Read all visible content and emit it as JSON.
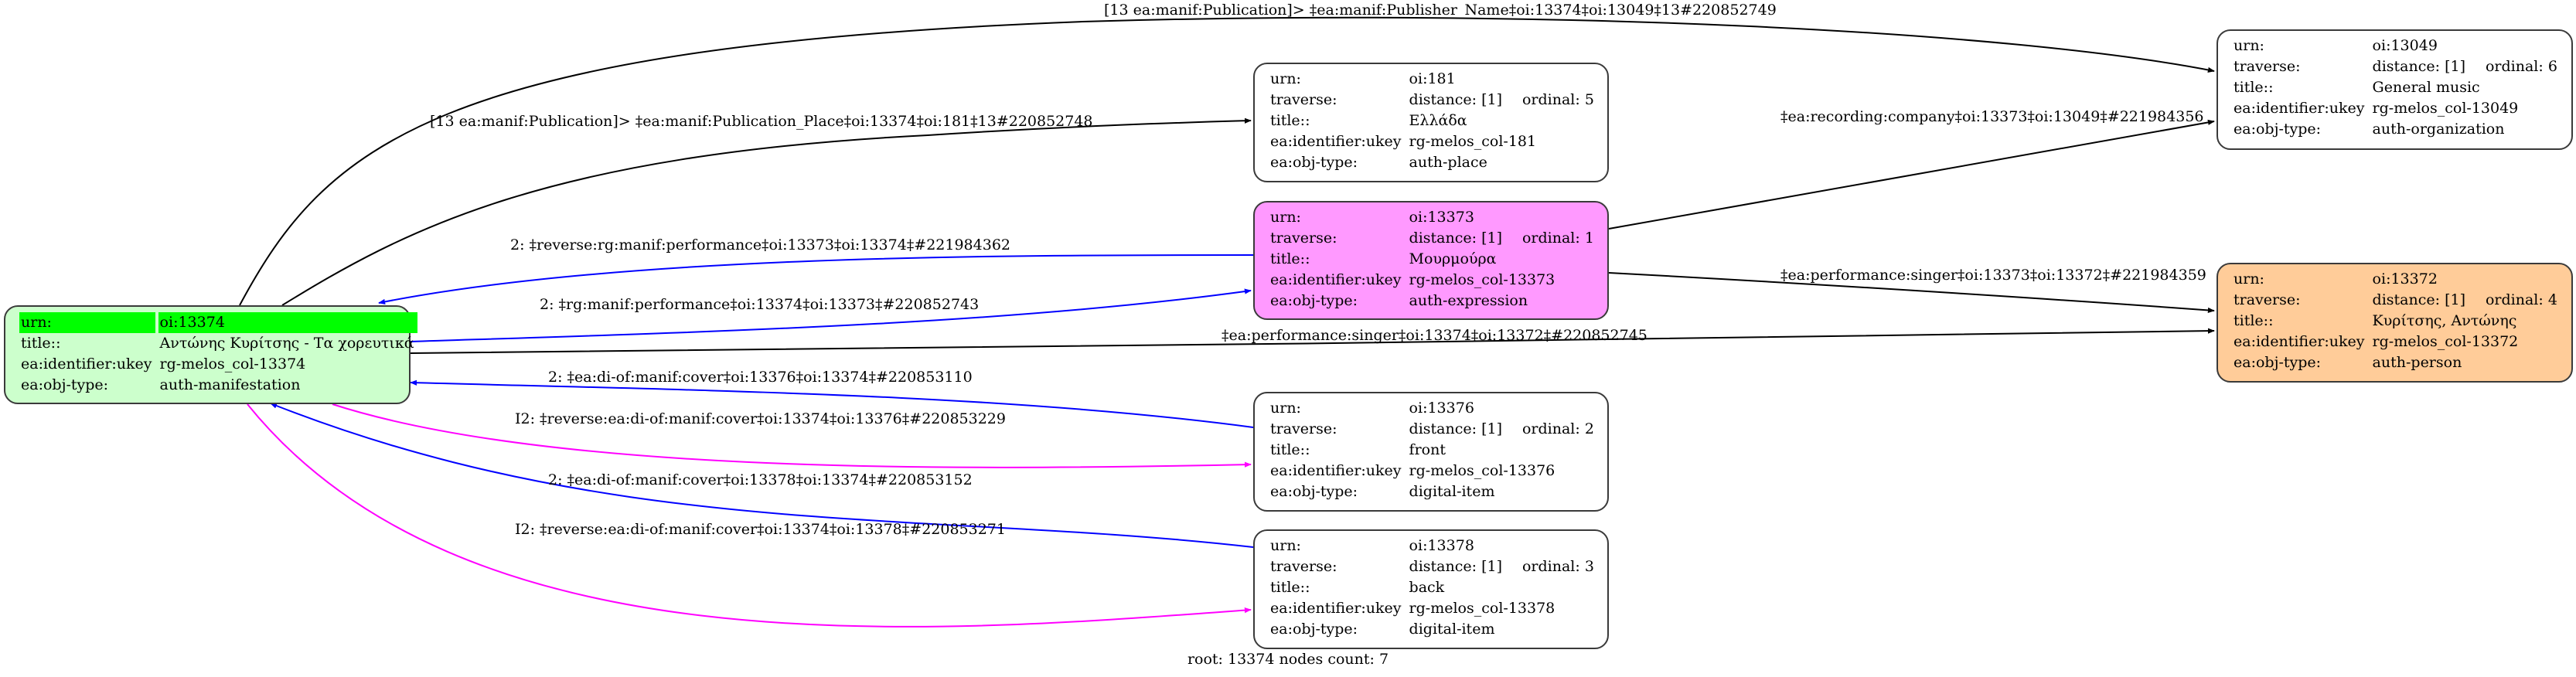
{
  "sep": "‡",
  "colors": {
    "root_fill": "#ccffcc",
    "root_urn_highlight": "#00ff00",
    "expression_fill": "#ff99ff",
    "person_fill": "#ffcc99",
    "default_fill": "#ffffff",
    "edge_black": "#000000",
    "edge_blue": "#0000ff",
    "edge_magenta": "#ff00ff"
  },
  "keys": {
    "urn": "urn:",
    "traverse": "traverse:",
    "title": "title::",
    "ukey": "ea:identifier:ukey",
    "objtype": "ea:obj-type:"
  },
  "nodes": [
    {
      "id": "13374",
      "urn": "oi:13374",
      "traverse": null,
      "title": "Αντώνης Κυρίτσης - Τα χορευτικά",
      "ukey": "rg-melos_col-13374",
      "objtype": "auth-manifestation",
      "fill": "#ccffcc",
      "root": true
    },
    {
      "id": "181",
      "urn": "oi:181",
      "traverse": {
        "distance": "distance: [1]",
        "ordinal": "ordinal: 5"
      },
      "title": "Ελλάδα",
      "ukey": "rg-melos_col-181",
      "objtype": "auth-place",
      "fill": "#ffffff"
    },
    {
      "id": "13373",
      "urn": "oi:13373",
      "traverse": {
        "distance": "distance: [1]",
        "ordinal": "ordinal: 1"
      },
      "title": "Μουρμούρα",
      "ukey": "rg-melos_col-13373",
      "objtype": "auth-expression",
      "fill": "#ff99ff"
    },
    {
      "id": "13376",
      "urn": "oi:13376",
      "traverse": {
        "distance": "distance: [1]",
        "ordinal": "ordinal: 2"
      },
      "title": "front",
      "ukey": "rg-melos_col-13376",
      "objtype": "digital-item",
      "fill": "#ffffff"
    },
    {
      "id": "13378",
      "urn": "oi:13378",
      "traverse": {
        "distance": "distance: [1]",
        "ordinal": "ordinal: 3"
      },
      "title": "back",
      "ukey": "rg-melos_col-13378",
      "objtype": "digital-item",
      "fill": "#ffffff"
    },
    {
      "id": "13049",
      "urn": "oi:13049",
      "traverse": {
        "distance": "distance: [1]",
        "ordinal": "ordinal: 6"
      },
      "title": "General music",
      "ukey": "rg-melos_col-13049",
      "objtype": "auth-organization",
      "fill": "#ffffff"
    },
    {
      "id": "13372",
      "urn": "oi:13372",
      "traverse": {
        "distance": "distance: [1]",
        "ordinal": "ordinal: 4"
      },
      "title": "Κυρίτσης, Αντώνης",
      "ukey": "rg-melos_col-13372",
      "objtype": "auth-person",
      "fill": "#ffcc99"
    }
  ],
  "edges": [
    {
      "from": "13374",
      "to": "13049",
      "color": "#000000",
      "label": "[13 ea:manif:Publication]> ‡ea:manif:Publisher_Name‡oi:13374‡oi:13049‡13#220852749"
    },
    {
      "from": "13374",
      "to": "181",
      "color": "#000000",
      "label": "[13 ea:manif:Publication]> ‡ea:manif:Publication_Place‡oi:13374‡oi:181‡13#220852748"
    },
    {
      "from": "13373",
      "to": "13374",
      "color": "#0000ff",
      "label": "2: ‡reverse:rg:manif:performance‡oi:13373‡oi:13374‡#221984362"
    },
    {
      "from": "13374",
      "to": "13373",
      "color": "#0000ff",
      "label": "2: ‡rg:manif:performance‡oi:13374‡oi:13373‡#220852743"
    },
    {
      "from": "13374",
      "to": "13372",
      "color": "#000000",
      "label": "‡ea:performance:singer‡oi:13374‡oi:13372‡#220852745"
    },
    {
      "from": "13373",
      "to": "13049",
      "color": "#000000",
      "label": "‡ea:recording:company‡oi:13373‡oi:13049‡#221984356"
    },
    {
      "from": "13373",
      "to": "13372",
      "color": "#000000",
      "label": "‡ea:performance:singer‡oi:13373‡oi:13372‡#221984359"
    },
    {
      "from": "13376",
      "to": "13374",
      "color": "#0000ff",
      "label": "2: ‡ea:di-of:manif:cover‡oi:13376‡oi:13374‡#220853110"
    },
    {
      "from": "13374",
      "to": "13376",
      "color": "#ff00ff",
      "label": "I2: ‡reverse:ea:di-of:manif:cover‡oi:13374‡oi:13376‡#220853229"
    },
    {
      "from": "13378",
      "to": "13374",
      "color": "#0000ff",
      "label": "2: ‡ea:di-of:manif:cover‡oi:13378‡oi:13374‡#220853152"
    },
    {
      "from": "13374",
      "to": "13378",
      "color": "#ff00ff",
      "label": "I2: ‡reverse:ea:di-of:manif:cover‡oi:13374‡oi:13378‡#220853271"
    }
  ],
  "footer": "root: 13374 nodes count: 7"
}
